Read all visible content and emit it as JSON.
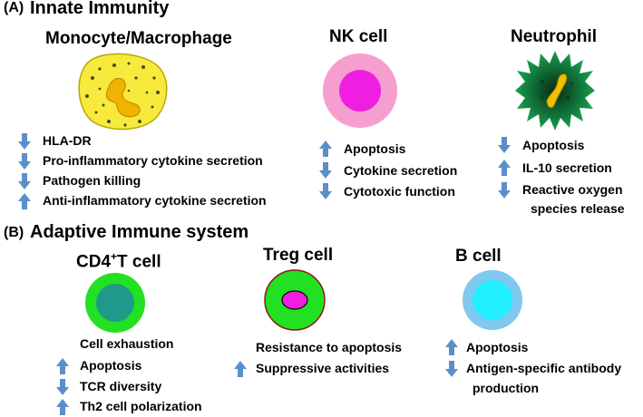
{
  "section_a": {
    "label": "(A)",
    "title": "Innate Immunity",
    "cells": [
      {
        "title": "Monocyte/Macrophage",
        "items": [
          {
            "arrow": "down",
            "text": "HLA-DR"
          },
          {
            "arrow": "down",
            "text": "Pro-inflammatory  cytokine secretion"
          },
          {
            "arrow": "down",
            "text": "Pathogen killing"
          },
          {
            "arrow": "up",
            "text": "Anti-inflammatory  cytokine secretion"
          }
        ]
      },
      {
        "title": "NK cell",
        "items": [
          {
            "arrow": "up",
            "text": "Apoptosis"
          },
          {
            "arrow": "down",
            "text": "Cytokine secretion"
          },
          {
            "arrow": "down",
            "text": "Cytotoxic function"
          }
        ]
      },
      {
        "title": "Neutrophil",
        "items": [
          {
            "arrow": "down",
            "text": "Apoptosis"
          },
          {
            "arrow": "up",
            "text": "IL-10 secretion"
          },
          {
            "arrow": "down",
            "text": "Reactive oxygen"
          },
          {
            "arrow": "none",
            "text": "species release"
          }
        ]
      }
    ]
  },
  "section_b": {
    "label": "(B)",
    "title": "Adaptive Immune system",
    "cells": [
      {
        "title_main": "CD4",
        "title_sup": "+",
        "title_rest": "T cell",
        "items": [
          {
            "arrow": "none",
            "text": "Cell exhaustion"
          },
          {
            "arrow": "up",
            "text": "Apoptosis"
          },
          {
            "arrow": "down",
            "text": "TCR diversity"
          },
          {
            "arrow": "up",
            "text": "Th2 cell polarization"
          }
        ]
      },
      {
        "title": "Treg cell",
        "items": [
          {
            "arrow": "none",
            "text": "Resistance to apoptosis"
          },
          {
            "arrow": "up",
            "text": "Suppressive activities"
          }
        ]
      },
      {
        "title": "B cell",
        "items": [
          {
            "arrow": "up",
            "text": "Apoptosis"
          },
          {
            "arrow": "down",
            "text": "Antigen-specific antibody"
          },
          {
            "arrow": "none",
            "text": "production"
          }
        ]
      }
    ]
  },
  "colors": {
    "arrow": "#5b8fc9",
    "macrophage_fill": "#f7ea3c",
    "macrophage_nucleus": "#f0b400",
    "nk_outer": "#f59ed0",
    "nk_inner": "#ee1fe0",
    "neutrophil_outer": "#137a3e",
    "neutrophil_nucleus": "#f0c000",
    "cd4_outer": "#22e022",
    "cd4_inner": "#1f9a8a",
    "treg_outer": "#22e022",
    "treg_inner": "#ee1fe0",
    "bcell_outer": "#7fc8f0",
    "bcell_inner": "#22f0ff"
  }
}
